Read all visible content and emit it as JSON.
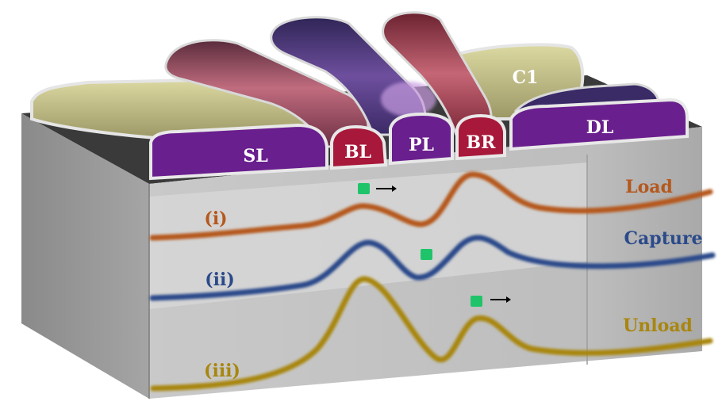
{
  "electrodes": {
    "sl": "SL",
    "bl": "BL",
    "pl": "PL",
    "br": "BR",
    "c1": "C1",
    "dl": "DL"
  },
  "curves": {
    "load": {
      "label": "Load",
      "marker": "(i)",
      "color": "#b5581d"
    },
    "capture": {
      "label": "Capture",
      "marker": "(ii)",
      "color": "#2b4a8a"
    },
    "unload": {
      "label": "Unload",
      "marker": "(iii)",
      "color": "#a8860f"
    }
  },
  "colors": {
    "gate_purple": "#6a1f8e",
    "gate_red": "#a8183a",
    "electron": "#1fc46a"
  },
  "icons": [
    "arrow-right-icon",
    "electron-dot-icon"
  ]
}
